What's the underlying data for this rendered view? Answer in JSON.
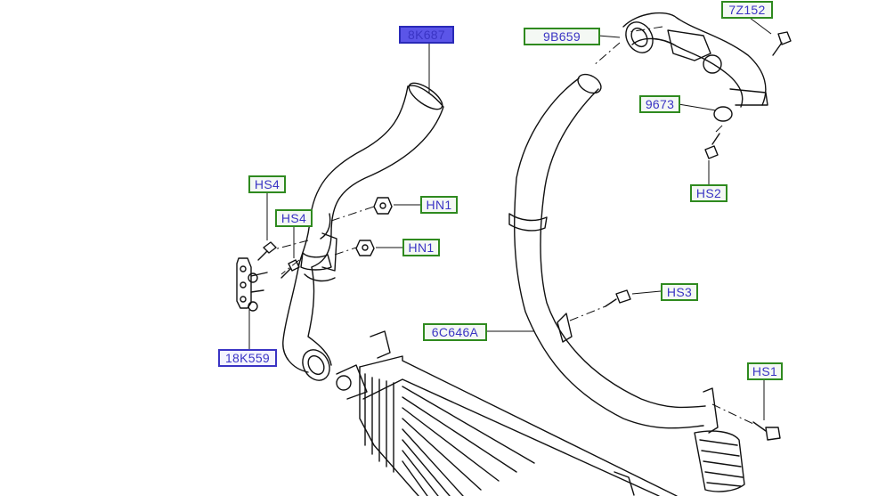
{
  "diagram": {
    "colors": {
      "callout_border": "#2f8a1f",
      "callout_text": "#3a34c4",
      "selected_fill": "#5b55e8",
      "line": "#111111"
    },
    "callouts": [
      {
        "id": "c1",
        "label": "8K687",
        "state": "selected"
      },
      {
        "id": "c2",
        "label": "9B659",
        "state": "normal"
      },
      {
        "id": "c3",
        "label": "7Z152",
        "state": "normal"
      },
      {
        "id": "c4",
        "label": "9673",
        "state": "normal"
      },
      {
        "id": "c5",
        "label": "HS2",
        "state": "normal"
      },
      {
        "id": "c6",
        "label": "HS4",
        "state": "normal"
      },
      {
        "id": "c7",
        "label": "HN1",
        "state": "normal"
      },
      {
        "id": "c8",
        "label": "HS4",
        "state": "normal"
      },
      {
        "id": "c9",
        "label": "HN1",
        "state": "normal"
      },
      {
        "id": "c10",
        "label": "HS3",
        "state": "normal"
      },
      {
        "id": "c11",
        "label": "6C646A",
        "state": "normal"
      },
      {
        "id": "c12",
        "label": "18K559",
        "state": "selected-outline"
      },
      {
        "id": "c13",
        "label": "HS1",
        "state": "normal"
      }
    ]
  }
}
